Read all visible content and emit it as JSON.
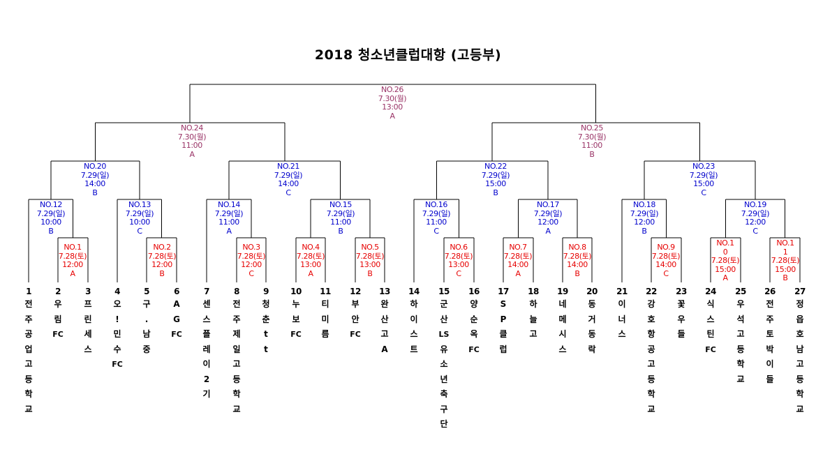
{
  "title": "2018  청소년클럽대항  (고등부)",
  "colors": {
    "line": "#000000",
    "team_text": "#000000",
    "round1": "#e60000",
    "round2_3": "#0000cc",
    "round4_5": "#993366"
  },
  "teams": [
    {
      "num": "1",
      "name": "전주공업고등학교"
    },
    {
      "num": "2",
      "name": "우림FC"
    },
    {
      "num": "3",
      "name": "프린세스"
    },
    {
      "num": "4",
      "name": "오!민수FC"
    },
    {
      "num": "5",
      "name": "구.남중"
    },
    {
      "num": "6",
      "name": "AGFC"
    },
    {
      "num": "7",
      "name": "센스플레이2기"
    },
    {
      "num": "8",
      "name": "전주제일고등학교"
    },
    {
      "num": "9",
      "name": "청춘tt"
    },
    {
      "num": "10",
      "name": "누보FC"
    },
    {
      "num": "11",
      "name": "티미름"
    },
    {
      "num": "12",
      "name": "부안FC"
    },
    {
      "num": "13",
      "name": "완산고A"
    },
    {
      "num": "14",
      "name": "하이스트"
    },
    {
      "num": "15",
      "name": "군산LS유소년축구단"
    },
    {
      "num": "16",
      "name": "양순옥FC"
    },
    {
      "num": "17",
      "name": "SP클럽"
    },
    {
      "num": "18",
      "name": "하늘고"
    },
    {
      "num": "19",
      "name": "네메시스"
    },
    {
      "num": "20",
      "name": "동거동락"
    },
    {
      "num": "21",
      "name": "이너스"
    },
    {
      "num": "22",
      "name": "강호항공고등학교"
    },
    {
      "num": "23",
      "name": "꽃우들"
    },
    {
      "num": "24",
      "name": "식스틴FC"
    },
    {
      "num": "25",
      "name": "우석고등학교"
    },
    {
      "num": "26",
      "name": "전주토박이들"
    },
    {
      "num": "27",
      "name": "정읍호남고등학교"
    }
  ],
  "matches": [
    {
      "id": "NO.1",
      "date": "7.28(토)",
      "time": "12:00",
      "field": "A",
      "round": 1
    },
    {
      "id": "NO.2",
      "date": "7.28(토)",
      "time": "12:00",
      "field": "B",
      "round": 1
    },
    {
      "id": "NO.3",
      "date": "7.28(토)",
      "time": "12:00",
      "field": "C",
      "round": 1
    },
    {
      "id": "NO.4",
      "date": "7.28(토)",
      "time": "13:00",
      "field": "A",
      "round": 1
    },
    {
      "id": "NO.5",
      "date": "7.28(토)",
      "time": "13:00",
      "field": "B",
      "round": 1
    },
    {
      "id": "NO.6",
      "date": "7.28(토)",
      "time": "13:00",
      "field": "C",
      "round": 1
    },
    {
      "id": "NO.7",
      "date": "7.28(토)",
      "time": "14:00",
      "field": "A",
      "round": 1
    },
    {
      "id": "NO.8",
      "date": "7.28(토)",
      "time": "14:00",
      "field": "B",
      "round": 1
    },
    {
      "id": "NO.9",
      "date": "7.28(토)",
      "time": "14:00",
      "field": "C",
      "round": 1
    },
    {
      "id": "NO.10",
      "id_lines": [
        "NO.1",
        "0"
      ],
      "date": "7.28(토)",
      "time": "15:00",
      "field": "A",
      "round": 1
    },
    {
      "id": "NO.11",
      "id_lines": [
        "NO.1",
        "1"
      ],
      "date": "7.28(토)",
      "time": "15:00",
      "field": "B",
      "round": 1
    },
    {
      "id": "NO.12",
      "date": "7.29(일)",
      "time": "10:00",
      "field": "B",
      "round": 2
    },
    {
      "id": "NO.13",
      "date": "7.29(일)",
      "time": "10:00",
      "field": "C",
      "round": 2
    },
    {
      "id": "NO.14",
      "date": "7.29(일)",
      "time": "11:00",
      "field": "A",
      "round": 2
    },
    {
      "id": "NO.15",
      "date": "7.29(일)",
      "time": "11:00",
      "field": "B",
      "round": 2
    },
    {
      "id": "NO.16",
      "date": "7.29(일)",
      "time": "11:00",
      "field": "C",
      "round": 2
    },
    {
      "id": "NO.17",
      "date": "7.29(일)",
      "time": "12:00",
      "field": "A",
      "round": 2
    },
    {
      "id": "NO.18",
      "date": "7.29(일)",
      "time": "12:00",
      "field": "B",
      "round": 2
    },
    {
      "id": "NO.19",
      "date": "7.29(일)",
      "time": "12:00",
      "field": "C",
      "round": 2
    },
    {
      "id": "NO.20",
      "date": "7.29(일)",
      "time": "14:00",
      "field": "B",
      "round": 3
    },
    {
      "id": "NO.21",
      "date": "7.29(일)",
      "time": "14:00",
      "field": "C",
      "round": 3
    },
    {
      "id": "NO.22",
      "date": "7.29(일)",
      "time": "15:00",
      "field": "B",
      "round": 3
    },
    {
      "id": "NO.23",
      "date": "7.29(일)",
      "time": "15:00",
      "field": "C",
      "round": 3
    },
    {
      "id": "NO.24",
      "date": "7.30(월)",
      "time": "11:00",
      "field": "A",
      "round": 4
    },
    {
      "id": "NO.25",
      "date": "7.30(월)",
      "time": "11:00",
      "field": "B",
      "round": 4
    },
    {
      "id": "NO.26",
      "date": "7.30(월)",
      "time": "13:00",
      "field": "A",
      "round": 5
    }
  ]
}
